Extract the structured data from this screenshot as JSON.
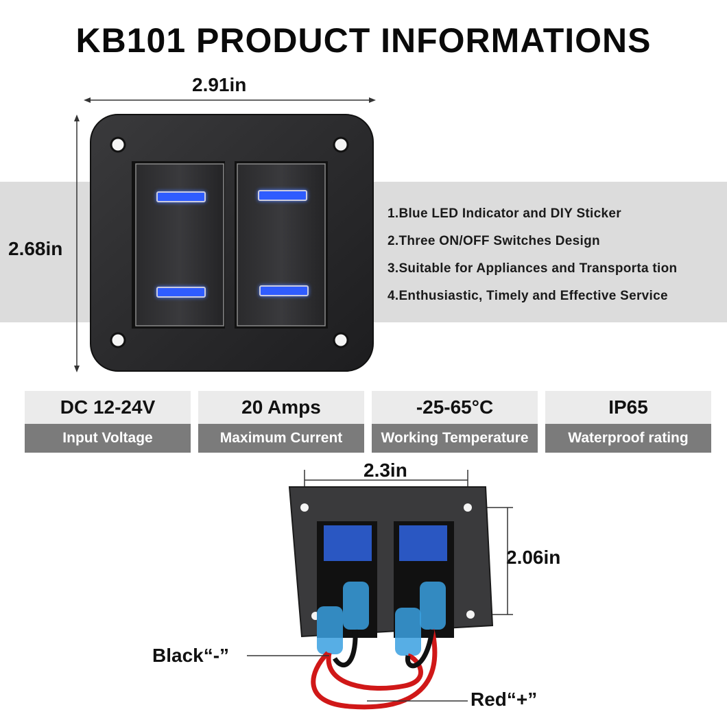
{
  "title": "KB101 PRODUCT INFORMATIONS",
  "dimensions": {
    "front_width": "2.91in",
    "front_height": "2.68in",
    "back_width": "2.3in",
    "back_height": "2.06in"
  },
  "features": [
    "1.Blue LED Indicator and DIY Sticker",
    "2.Three ON/OFF Switches Design",
    "3.Suitable for Appliances and Transporta   tion",
    "4.Enthusiastic, Timely and Effective Service"
  ],
  "specs": [
    {
      "value": "DC 12-24V",
      "label": "Input Voltage"
    },
    {
      "value": "20 Amps",
      "label": "Maximum Current"
    },
    {
      "value": "-25-65°C",
      "label": "Working Temperature"
    },
    {
      "value": "IP65",
      "label": "Waterproof rating"
    }
  ],
  "wires": {
    "black": "Black“-”",
    "red": "Red“+”"
  },
  "colors": {
    "band": "#dcdcdc",
    "spec_top": "#ebebeb",
    "spec_bottom": "#7b7b7b",
    "led": "#2f5cff",
    "panel": "#2e2e30"
  }
}
